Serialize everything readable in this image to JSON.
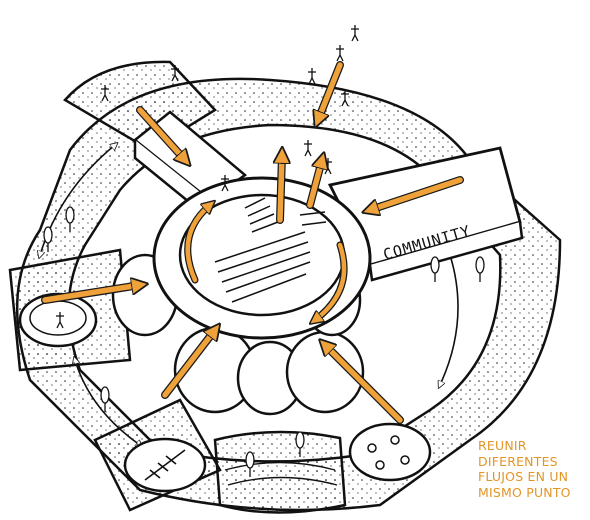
{
  "sketch": {
    "community_label": "COMMUNITY",
    "caption_lines": [
      "REUNIR",
      "DIFERENTES",
      "FLUJOS EN UN",
      "MISMO PUNTO"
    ],
    "ink_color": "#111111",
    "arrow_color": "#f0a23a",
    "arrow_outline": "#1a1a1a",
    "caption_color": "#e39526",
    "paper_color": "#ffffff"
  }
}
